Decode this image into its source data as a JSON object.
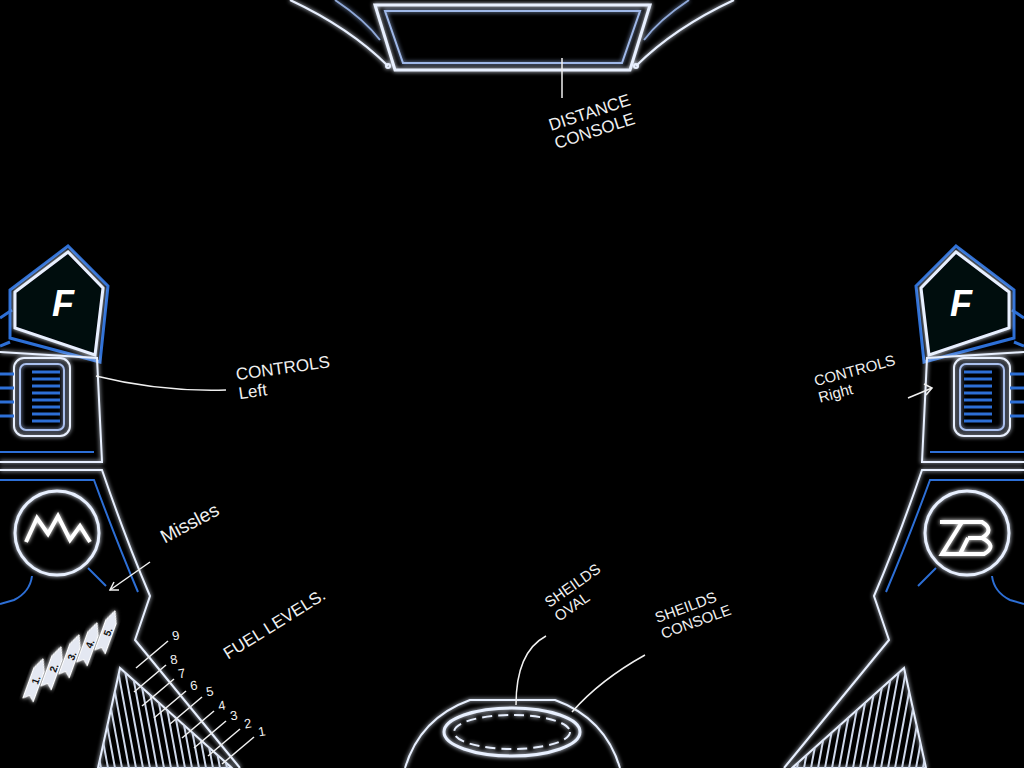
{
  "diagram": {
    "nodes": [
      {
        "text": [
          "F"
        ]
      },
      {
        "text": [
          "F"
        ]
      }
    ],
    "labels": [
      "DISTANCE CONSOLE",
      "CONTROLS Left",
      "CONTROLS Right",
      "Missles",
      "1.",
      "2.",
      "3.",
      "4.",
      "5.",
      "9",
      "8",
      "7",
      "6",
      "5",
      "4",
      "3",
      "2",
      "1",
      "FUEL LEVELS.",
      "SHEILDS OVAL",
      "SHEILDS CONSOLE"
    ]
  }
}
